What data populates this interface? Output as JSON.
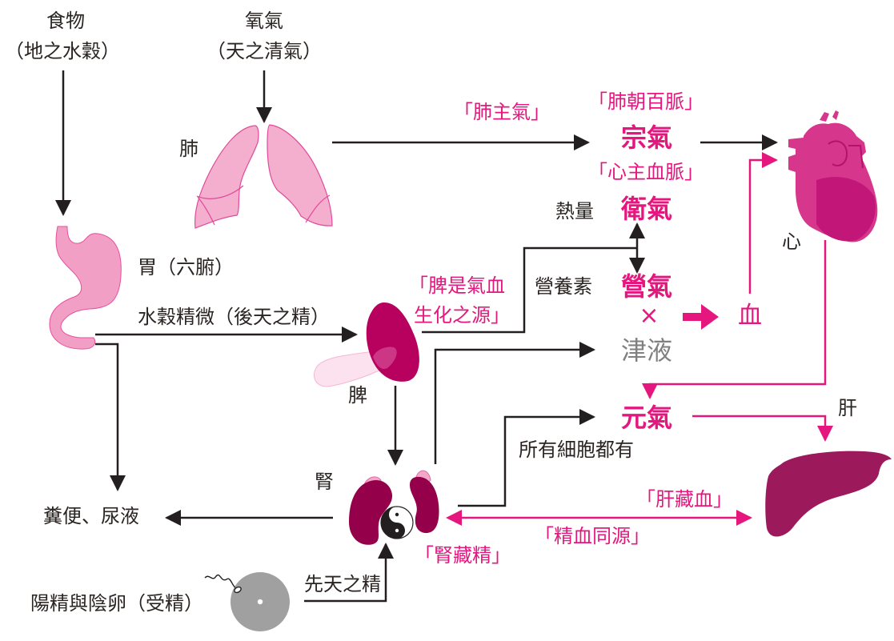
{
  "colors": {
    "line_dark": "#231f20",
    "accent_pink": "#e5177e",
    "lung_fill": "#f3afcd",
    "stomach_fill": "#f29fc5",
    "spleen_fill": "#b8005f",
    "kidney_fill": "#940049",
    "heart_fill": "#d6378c",
    "liver_fill": "#9c1a5c",
    "egg_fill": "#a0a0a0",
    "body_fluid_grey": "#808080"
  },
  "sources": {
    "food": {
      "title": "食物",
      "subtitle": "（地之水穀）"
    },
    "oxygen": {
      "title": "氧氣",
      "subtitle": "（天之清氣）"
    },
    "conception": {
      "label": "陽精與陰卵（受精）",
      "flow_label": "先天之精"
    }
  },
  "organs": {
    "lung": "肺",
    "stomach": "胃（六腑）",
    "spleen": "脾",
    "kidney": "腎",
    "heart": "心",
    "liver": "肝"
  },
  "flows": {
    "essence": "水穀精微（後天之精）",
    "excretion": "糞便、尿液",
    "heat": "熱量",
    "nutrients": "營養素",
    "all_cells": "所有細胞都有"
  },
  "sayings": {
    "lung_governs_qi": "「肺主氣」",
    "lung_faces_vessels": "「肺朝百脈」",
    "heart_governs_blood": "「心主血脈」",
    "spleen_source_1": "「脾是氣血",
    "spleen_source_2": "生化之源」",
    "kidney_stores_essence": "「腎藏精」",
    "liver_stores_blood": "「肝藏血」",
    "essence_blood_same_source": "「精血同源」"
  },
  "qi": {
    "zong": "宗氣",
    "wei": "衛氣",
    "ying": "營氣",
    "times": "×",
    "body_fluid": "津液",
    "blood": "血",
    "yuan": "元氣"
  }
}
